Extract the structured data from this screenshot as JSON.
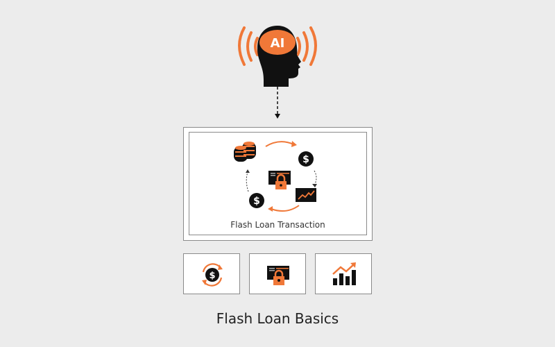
{
  "head": {
    "badge": "AI",
    "icon": "ai-head-icon"
  },
  "diagram": {
    "caption": "Flash Loan Transaction"
  },
  "cards": [
    {
      "icon": "dollar-exchange-icon"
    },
    {
      "icon": "smart-contract-lock-icon"
    },
    {
      "icon": "growth-chart-icon"
    }
  ],
  "title": "Flash Loan Basics",
  "colors": {
    "accent": "#f07838",
    "dark": "#111111",
    "background": "#ececec"
  }
}
